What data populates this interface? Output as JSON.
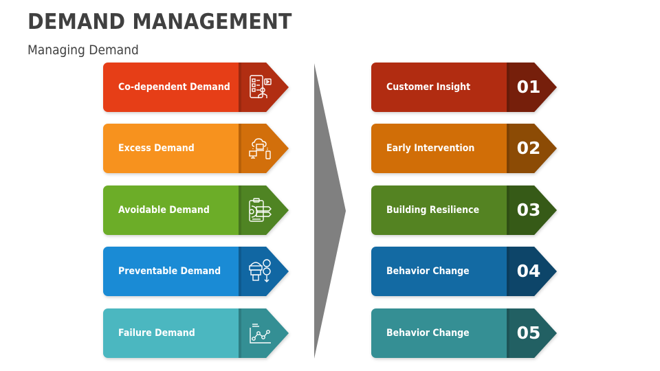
{
  "header": {
    "title": "DEMAND MANAGEMENT",
    "subtitle": "Managing Demand"
  },
  "left_items": [
    {
      "label": "Co-dependent Demand",
      "icon": "mobile-app-user-icon",
      "color": "#E63E17",
      "tab_color": "#B12E12"
    },
    {
      "label": "Excess Demand",
      "icon": "cloud-devices-icon",
      "color": "#F7921E",
      "tab_color": "#D26F0B"
    },
    {
      "label": "Avoidable Demand",
      "icon": "clipboard-gear-arrows-icon",
      "color": "#6CAD28",
      "tab_color": "#4F8423"
    },
    {
      "label": "Preventable Demand",
      "icon": "funnel-users-icon",
      "color": "#1A8BD5",
      "tab_color": "#1167A3"
    },
    {
      "label": "Failure Demand",
      "icon": "line-chart-icon",
      "color": "#4BB7C0",
      "tab_color": "#348F94"
    }
  ],
  "connector": {
    "icon": "chevron-right-arrow",
    "color": "#808080"
  },
  "right_items": [
    {
      "label": "Customer Insight",
      "number": "01",
      "color": "#B12C11",
      "tab_color": "#761F0B"
    },
    {
      "label": "Early Intervention",
      "number": "02",
      "color": "#D16E07",
      "tab_color": "#8C4B05"
    },
    {
      "label": "Building Resilience",
      "number": "03",
      "color": "#548322",
      "tab_color": "#365A17"
    },
    {
      "label": "Behavior Change",
      "number": "04",
      "color": "#136AA3",
      "tab_color": "#0D4569"
    },
    {
      "label": "Behavior Change",
      "number": "05",
      "color": "#358F94",
      "tab_color": "#226063"
    }
  ]
}
